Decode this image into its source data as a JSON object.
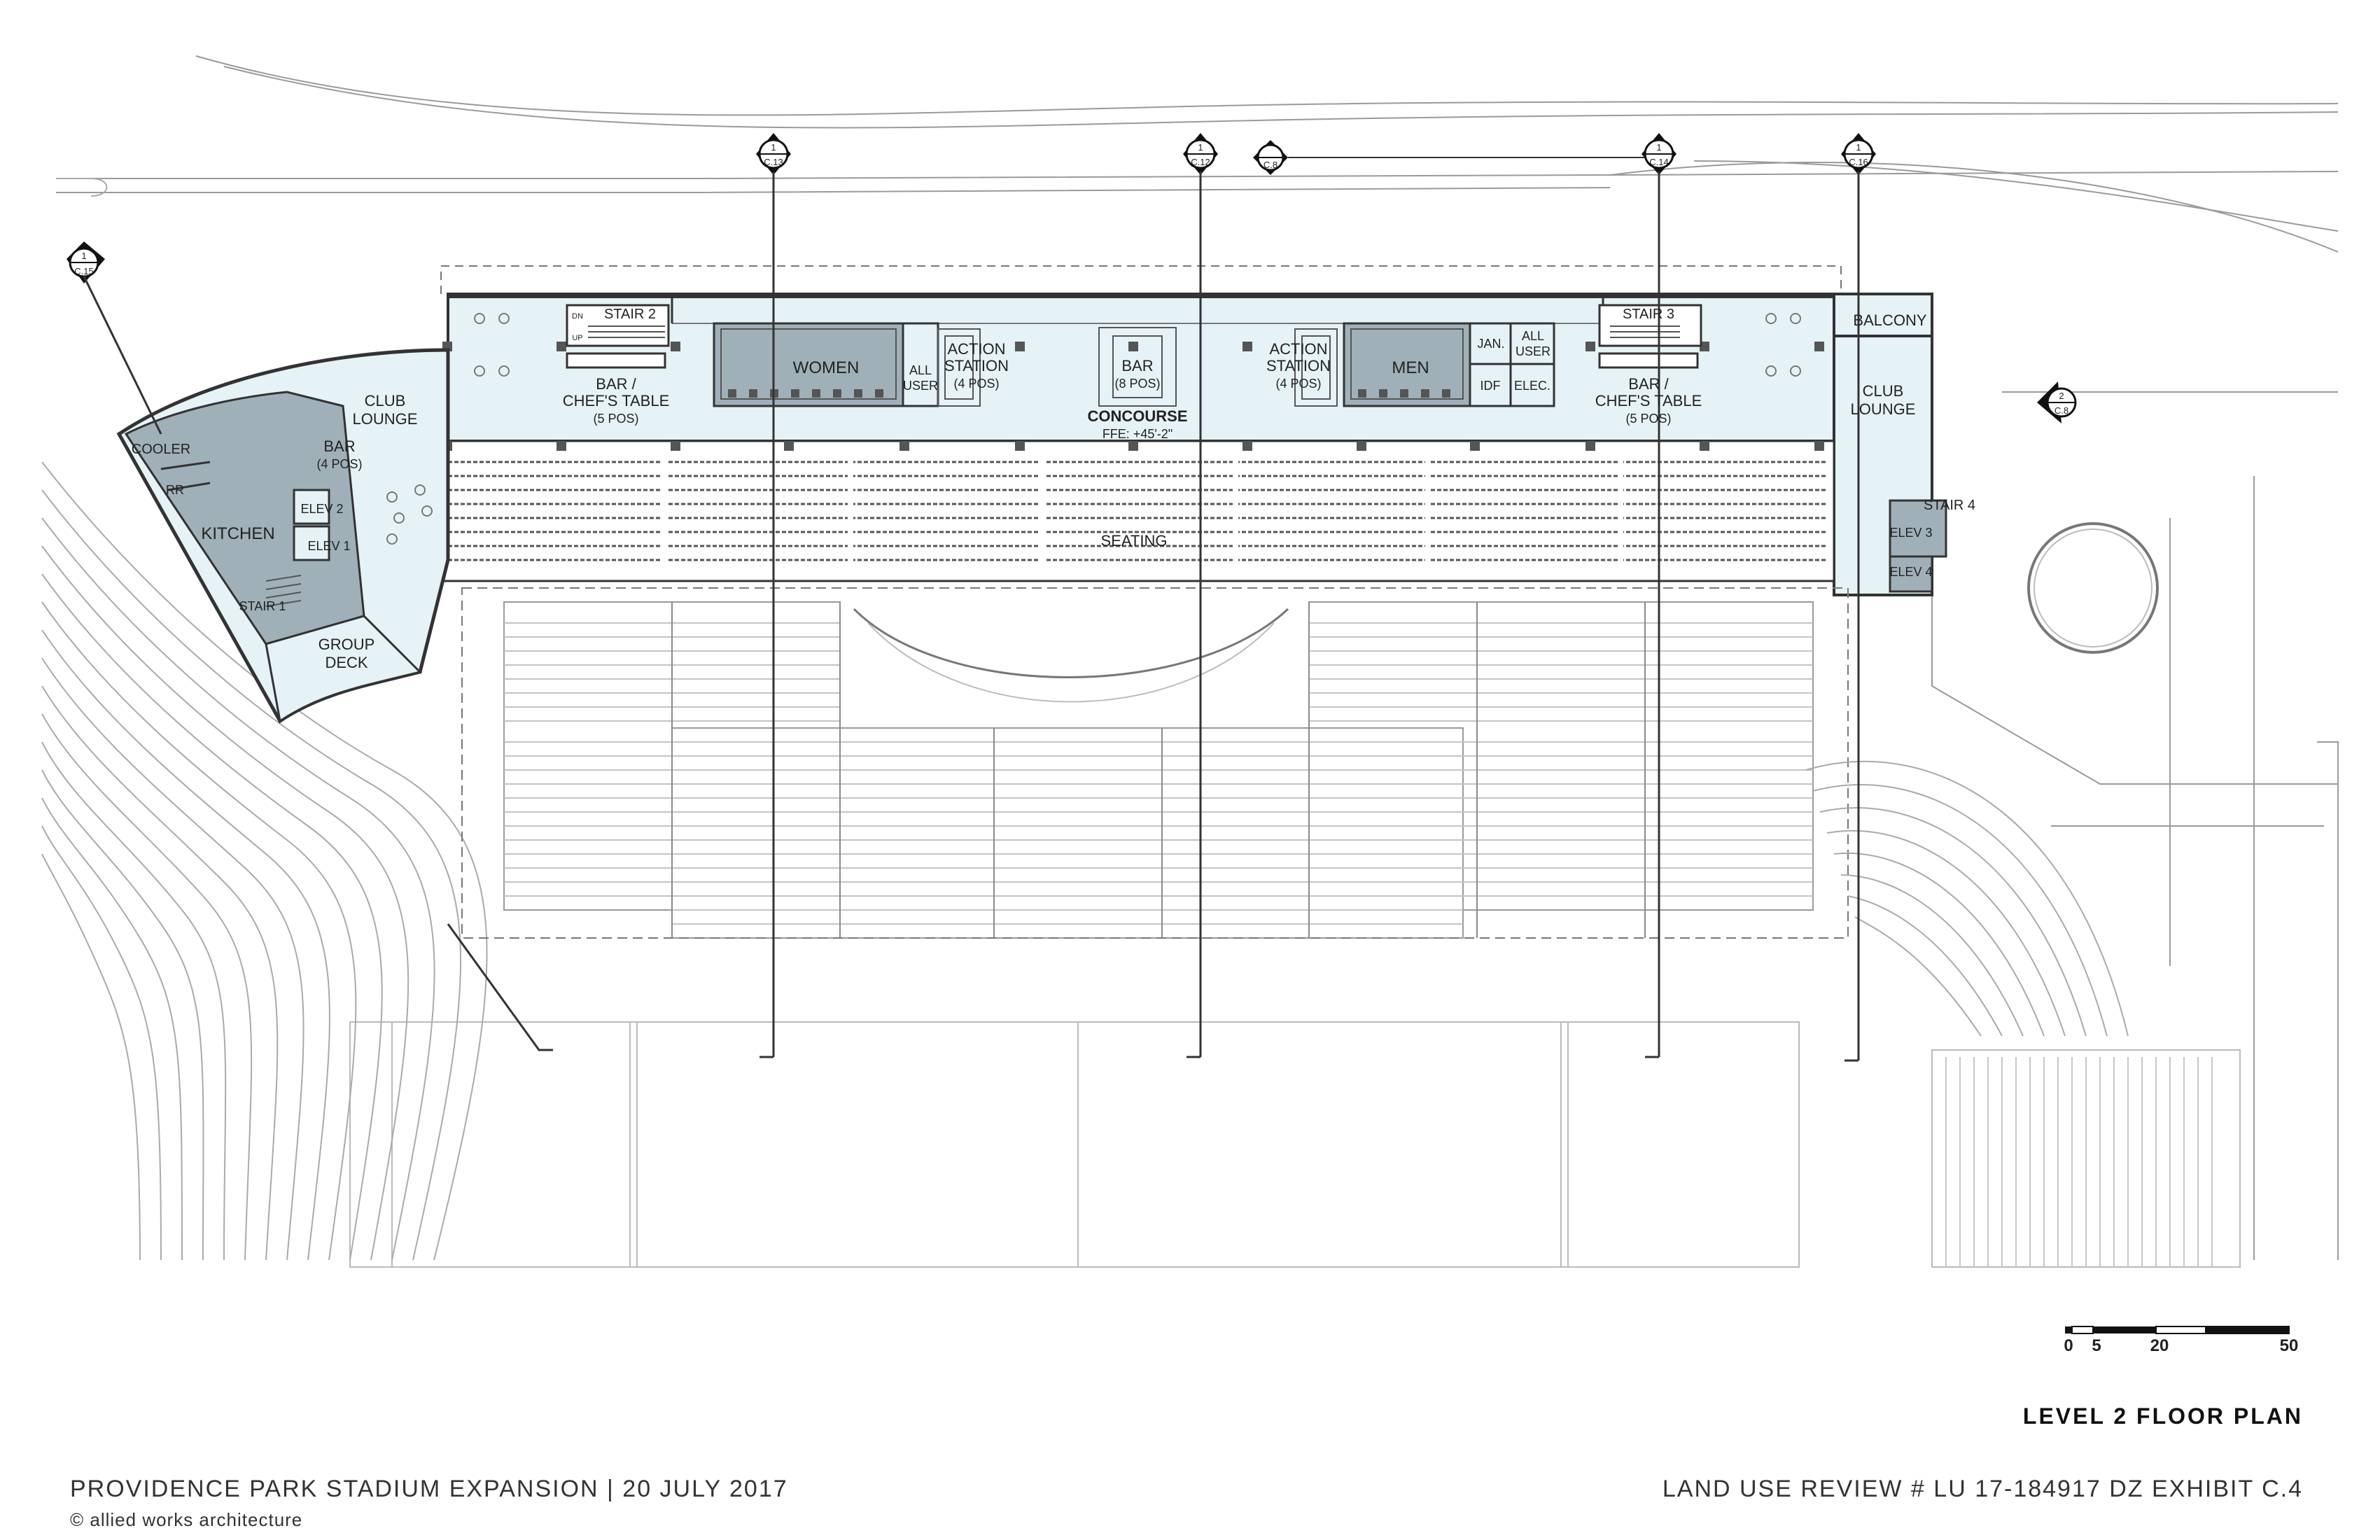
{
  "section_markers": [
    {
      "num": "1",
      "sheet": "C.15"
    },
    {
      "num": "1",
      "sheet": "C.13"
    },
    {
      "num": "1",
      "sheet": "C.12"
    },
    {
      "num": "",
      "sheet": "C.8"
    },
    {
      "num": "1",
      "sheet": "C.14"
    },
    {
      "num": "1",
      "sheet": "C.16"
    },
    {
      "num": "2",
      "sheet": "C.8"
    }
  ],
  "rooms": {
    "stair_2": "STAIR 2",
    "stair_3": "STAIR 3",
    "stair_4": "STAIR 4",
    "stair_1": "STAIR 1",
    "balcony": "BALCONY",
    "club_lounge_left": [
      "CLUB",
      "LOUNGE"
    ],
    "club_lounge_right": [
      "CLUB",
      "LOUNGE"
    ],
    "bar_chefs_left": [
      "BAR /",
      "CHEF'S TABLE",
      "(5 POS)"
    ],
    "bar_chefs_right": [
      "BAR /",
      "CHEF'S TABLE",
      "(5 POS)"
    ],
    "women": "WOMEN",
    "men": "MEN",
    "all_user_left": [
      "ALL",
      "USER"
    ],
    "all_user_right": [
      "ALL",
      "USER"
    ],
    "action_station_left": [
      "ACTION",
      "STATION",
      "(4 POS)"
    ],
    "action_station_right": [
      "ACTION",
      "STATION",
      "(4 POS)"
    ],
    "bar_center": [
      "BAR",
      "(8 POS)"
    ],
    "concourse": "CONCOURSE",
    "ffe": "FFE: +45'-2\"",
    "jan": "JAN.",
    "idf": "IDF",
    "elec": "ELEC.",
    "seating": "SEATING",
    "cooler": "COOLER",
    "rr": "RR",
    "kitchen": "KITCHEN",
    "bar_4pos": [
      "BAR",
      "(4 POS)"
    ],
    "elev_1": "ELEV 1",
    "elev_2": "ELEV 2",
    "elev_3": "ELEV 3",
    "elev_4": "ELEV 4",
    "group_deck": [
      "GROUP",
      "DECK"
    ],
    "dn": "DN",
    "up": "UP"
  },
  "scale_bar": {
    "ticks": [
      "0",
      "5",
      "20",
      "50"
    ]
  },
  "plan_title": "LEVEL 2 FLOOR PLAN",
  "project_title": "PROVIDENCE PARK STADIUM EXPANSION  |  20 JULY 2017",
  "copyright": "© allied works architecture",
  "exhibit_label": "LAND USE REVIEW # LU 17-184917 DZ EXHIBIT C.4",
  "colors": {
    "room_fill": "#e6f3f6",
    "core_fill": "#9fb0b8",
    "line": "#333333",
    "light_line": "#9a9a9a"
  }
}
